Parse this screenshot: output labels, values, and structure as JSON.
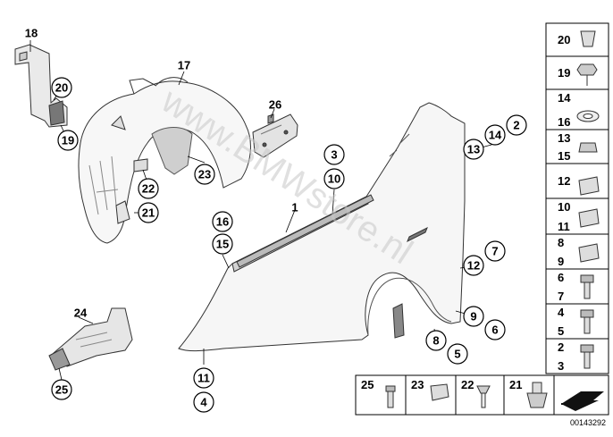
{
  "watermark": "www.BMWstore.nl",
  "diagram_id": "00143292",
  "callouts": [
    {
      "name": "callout-18",
      "text": "18",
      "boxed": false
    },
    {
      "name": "callout-20",
      "text": "20",
      "boxed": true
    },
    {
      "name": "callout-19",
      "text": "19",
      "boxed": true
    },
    {
      "name": "callout-17",
      "text": "17",
      "boxed": false
    },
    {
      "name": "callout-26",
      "text": "26",
      "boxed": false
    },
    {
      "name": "callout-23",
      "text": "23",
      "boxed": true
    },
    {
      "name": "callout-22",
      "text": "22",
      "boxed": true
    },
    {
      "name": "callout-21",
      "text": "21",
      "boxed": true
    },
    {
      "name": "callout-3",
      "text": "3",
      "boxed": true
    },
    {
      "name": "callout-10",
      "text": "10",
      "boxed": true
    },
    {
      "name": "callout-1",
      "text": "1",
      "boxed": false
    },
    {
      "name": "callout-2",
      "text": "2",
      "boxed": true
    },
    {
      "name": "callout-14",
      "text": "14",
      "boxed": true
    },
    {
      "name": "callout-13",
      "text": "13",
      "boxed": true
    },
    {
      "name": "callout-16",
      "text": "16",
      "boxed": true
    },
    {
      "name": "callout-15",
      "text": "15",
      "boxed": true
    },
    {
      "name": "callout-7",
      "text": "7",
      "boxed": true
    },
    {
      "name": "callout-12",
      "text": "12",
      "boxed": true
    },
    {
      "name": "callout-9",
      "text": "9",
      "boxed": true
    },
    {
      "name": "callout-6",
      "text": "6",
      "boxed": true
    },
    {
      "name": "callout-8",
      "text": "8",
      "boxed": true
    },
    {
      "name": "callout-5",
      "text": "5",
      "boxed": true
    },
    {
      "name": "callout-24",
      "text": "24",
      "boxed": false
    },
    {
      "name": "callout-25",
      "text": "25",
      "boxed": true
    },
    {
      "name": "callout-11",
      "text": "11",
      "boxed": true
    },
    {
      "name": "callout-4",
      "text": "4",
      "boxed": true
    }
  ],
  "legend_right": [
    {
      "name": "legend-20",
      "lines": [
        "20"
      ]
    },
    {
      "name": "legend-19",
      "lines": [
        "19"
      ]
    },
    {
      "name": "legend-14-16",
      "lines": [
        "14",
        "16"
      ]
    },
    {
      "name": "legend-13-15",
      "lines": [
        "13",
        "15"
      ]
    },
    {
      "name": "legend-12",
      "lines": [
        "12"
      ]
    },
    {
      "name": "legend-10-11",
      "lines": [
        "10",
        "11"
      ]
    },
    {
      "name": "legend-8-9",
      "lines": [
        "8",
        "9"
      ]
    },
    {
      "name": "legend-6-7",
      "lines": [
        "6",
        "7"
      ]
    },
    {
      "name": "legend-4-5",
      "lines": [
        "4",
        "5"
      ]
    },
    {
      "name": "legend-2-3",
      "lines": [
        "2",
        "3"
      ]
    }
  ],
  "legend_bottom": [
    {
      "name": "legend-25",
      "text": "25"
    },
    {
      "name": "legend-23",
      "text": "23"
    },
    {
      "name": "legend-22",
      "text": "22"
    },
    {
      "name": "legend-21",
      "text": "21"
    }
  ]
}
